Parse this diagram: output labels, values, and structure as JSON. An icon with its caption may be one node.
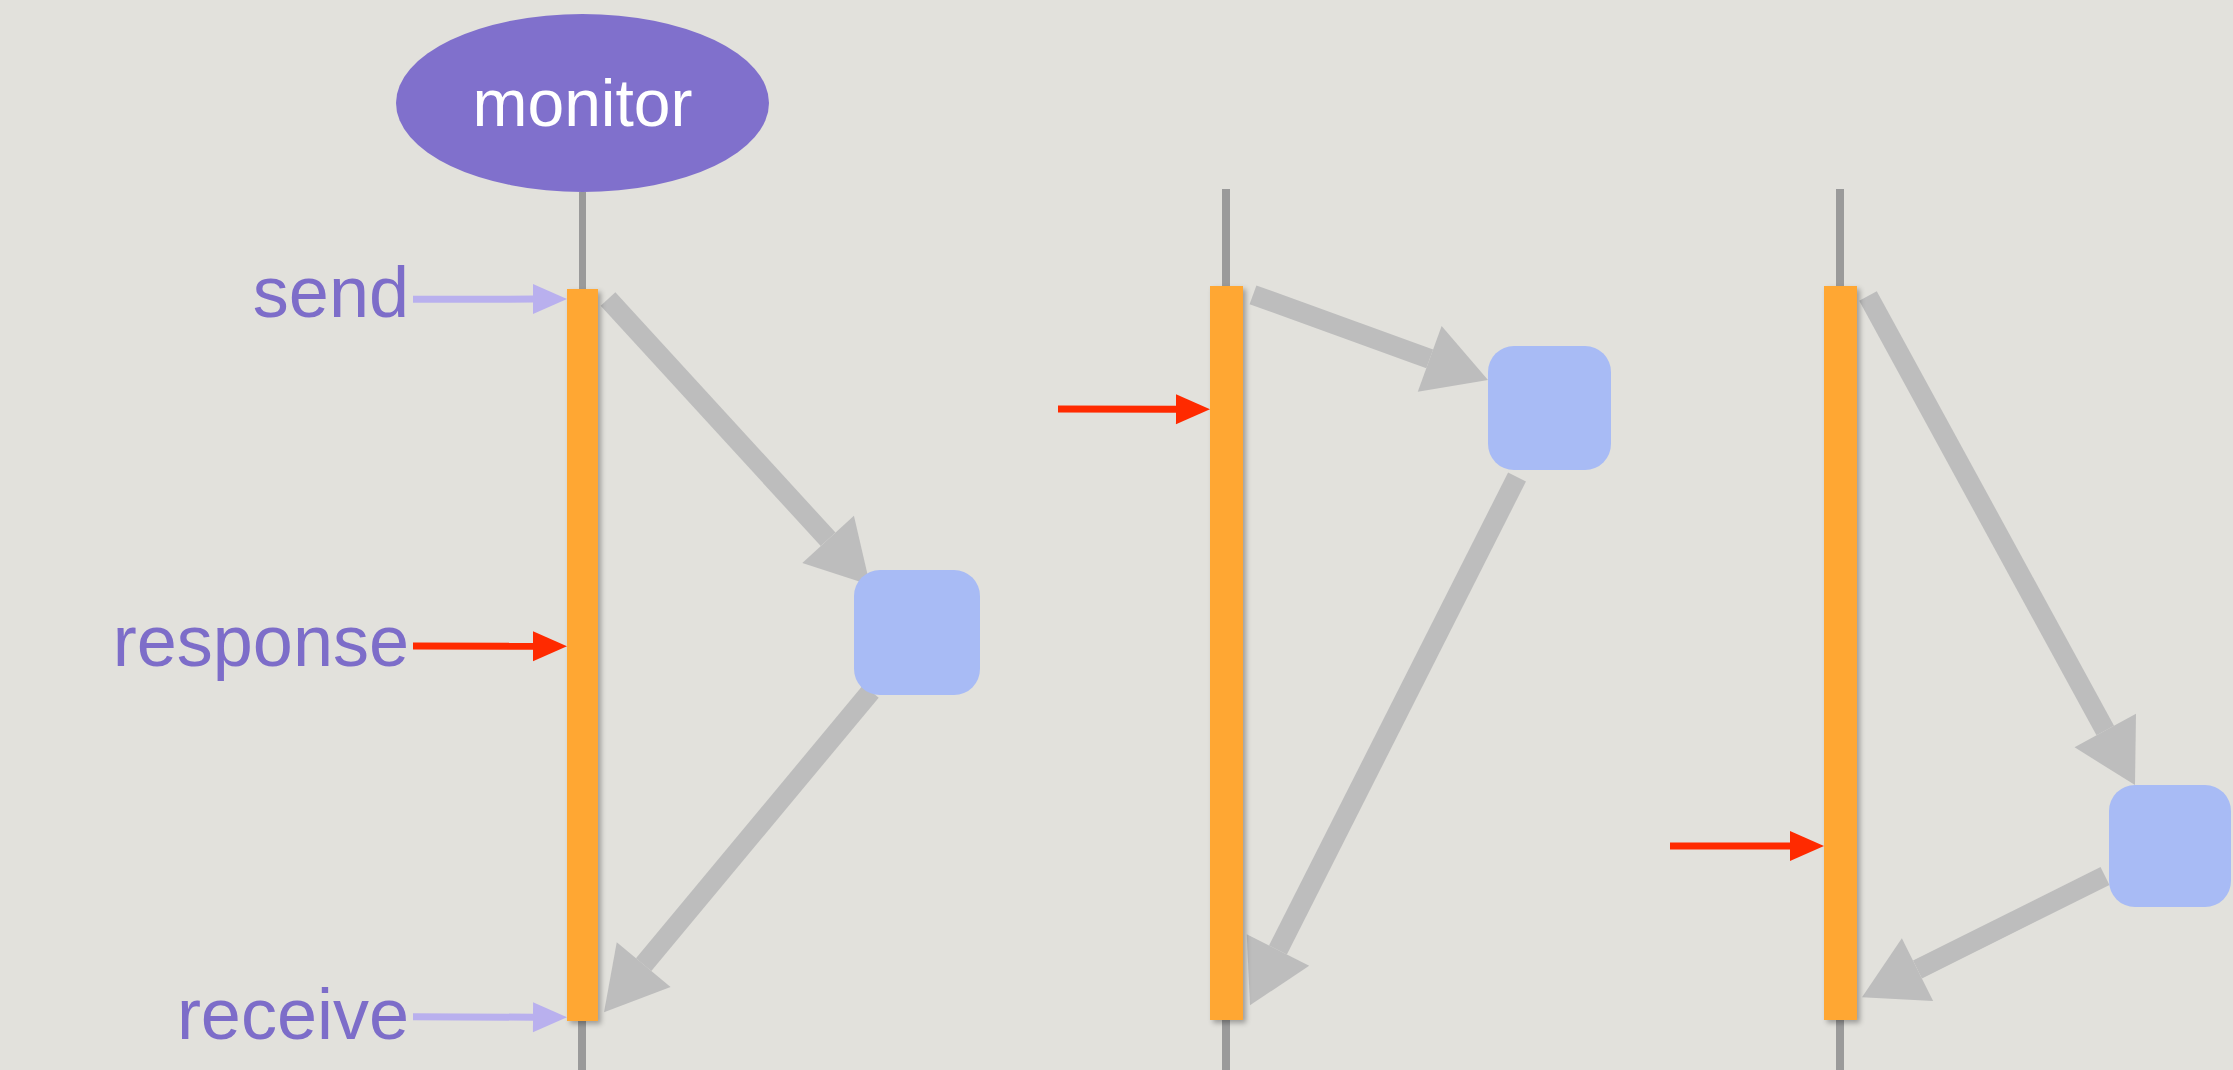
{
  "diagram": {
    "nodes": [
      {
        "text": [
          "monitor"
        ]
      },
      {
        "text": [
          "send"
        ]
      },
      {
        "text": [],
        "shape": "bar"
      },
      {
        "text": [
          "response"
        ]
      },
      {
        "text": [],
        "shape": "box"
      },
      {
        "text": [
          "receive"
        ]
      },
      {
        "text": [],
        "shape": "bar"
      },
      {
        "text": [],
        "shape": "box"
      },
      {
        "text": [],
        "shape": "bar"
      },
      {
        "text": [],
        "shape": "box"
      }
    ],
    "edges": [
      {
        "from": 0,
        "to": 2,
        "arrow": "none",
        "color": "#9a9a9a"
      },
      {
        "from": 1,
        "to": 2,
        "arrow": "to",
        "color": "#b9b0ee"
      },
      {
        "from": 3,
        "to": 2,
        "arrow": "to",
        "color": "#ff2a00"
      },
      {
        "from": 2,
        "to": 4,
        "arrow": "to",
        "style": "thick"
      },
      {
        "from": 4,
        "to": 2,
        "arrow": "to",
        "style": "thick"
      },
      {
        "from": 5,
        "to": 2,
        "arrow": "to",
        "color": "#b9b0ee"
      },
      {
        "from": 6,
        "to": 7,
        "arrow": "to",
        "style": "thick"
      },
      {
        "from": 7,
        "to": 6,
        "arrow": "to",
        "style": "thick"
      },
      {
        "from": null,
        "to": 6,
        "arrow": "to",
        "color": "#ff2a00"
      },
      {
        "from": 8,
        "to": 9,
        "arrow": "to",
        "style": "thick"
      },
      {
        "from": 9,
        "to": 8,
        "arrow": "to",
        "style": "thick"
      },
      {
        "from": null,
        "to": 8,
        "arrow": "to",
        "color": "#ff2a00"
      }
    ]
  }
}
